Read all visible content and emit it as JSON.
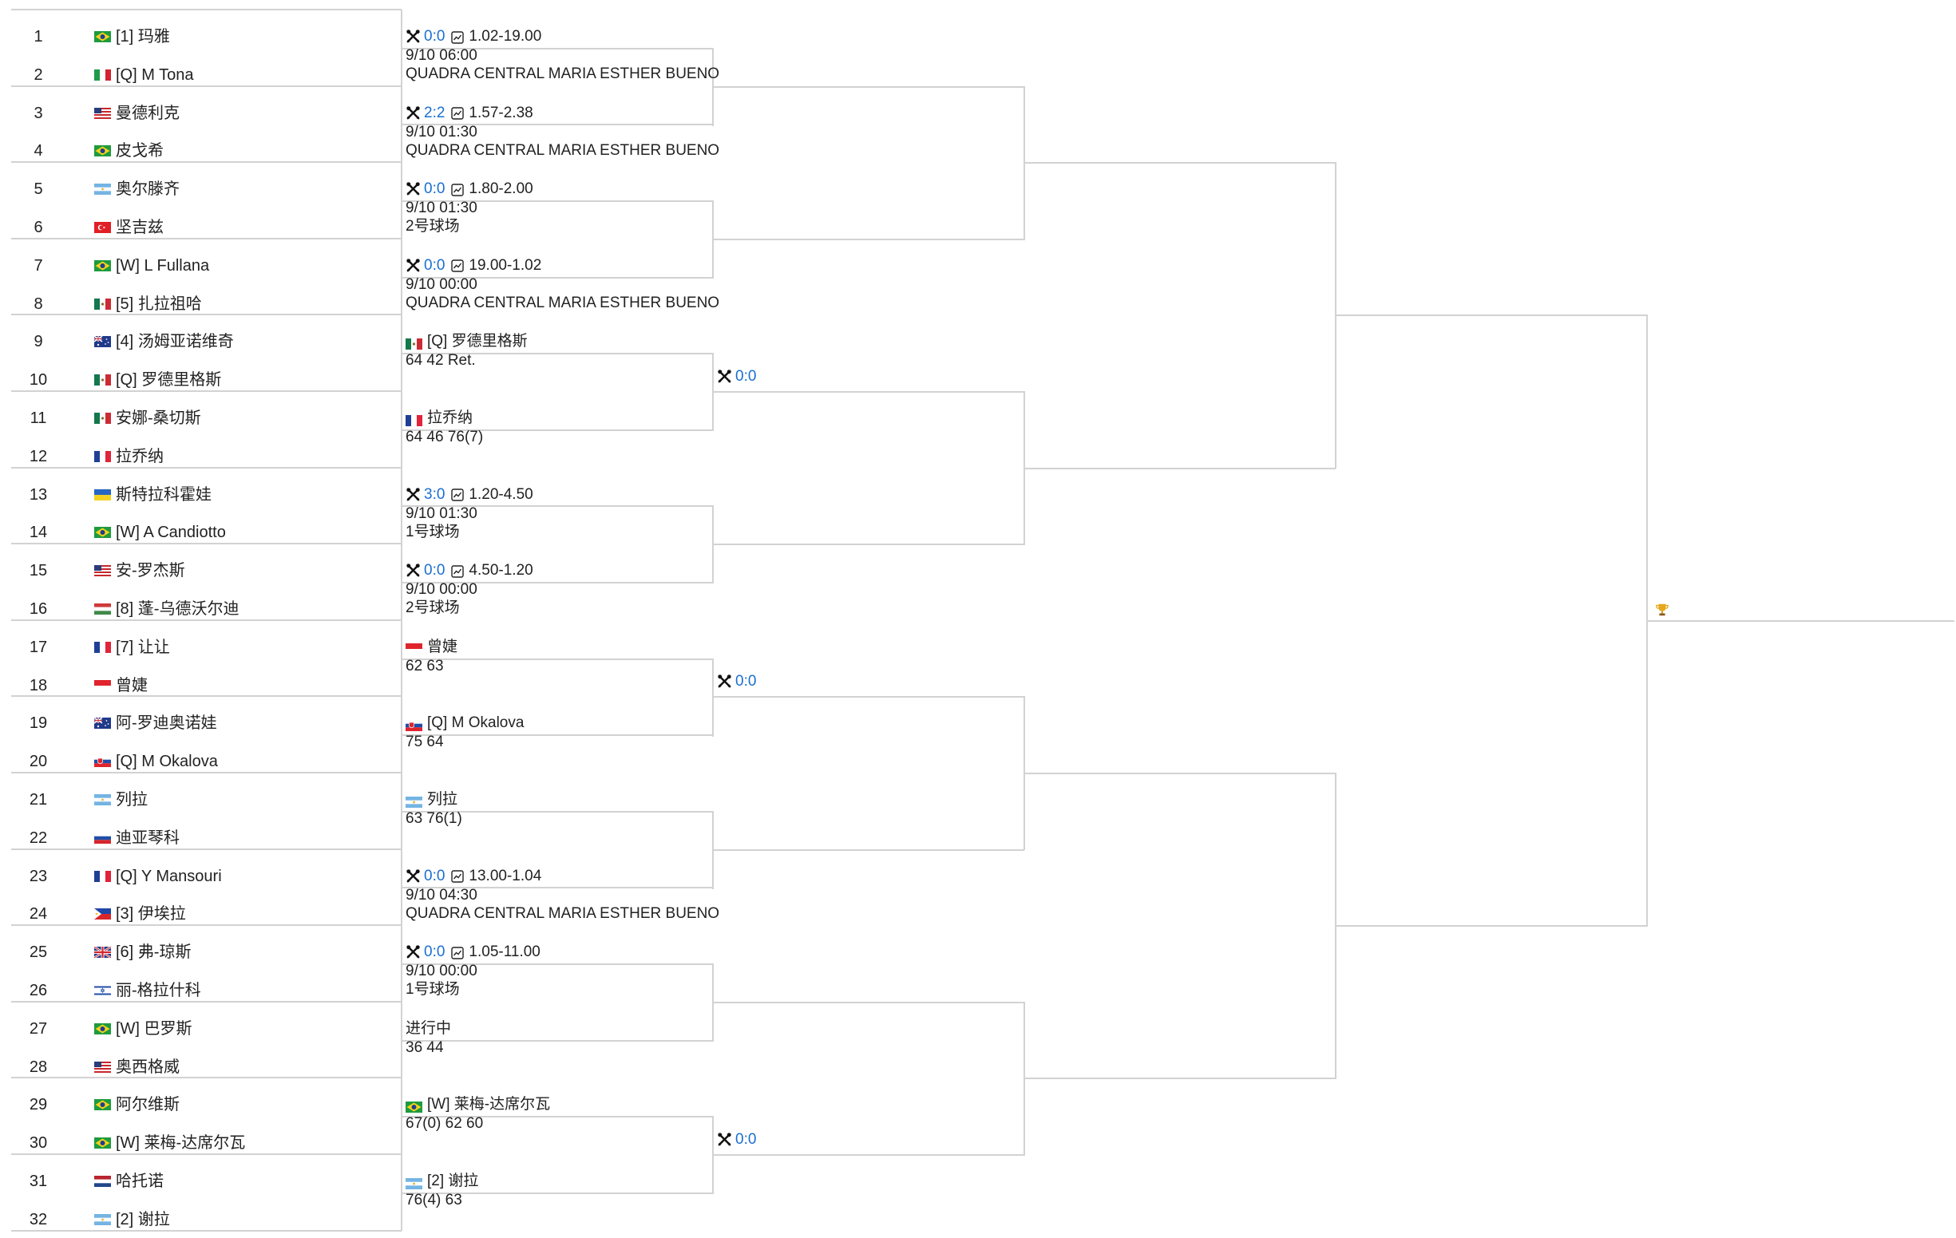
{
  "players": [
    {
      "num": "1",
      "flag": "br",
      "name": "[1] 玛雅"
    },
    {
      "num": "2",
      "flag": "it",
      "name": "[Q] M Tona"
    },
    {
      "num": "3",
      "flag": "us",
      "name": "曼德利克"
    },
    {
      "num": "4",
      "flag": "br",
      "name": "皮戈希"
    },
    {
      "num": "5",
      "flag": "ar",
      "name": "奥尔滕齐"
    },
    {
      "num": "6",
      "flag": "tr",
      "name": "坚吉兹"
    },
    {
      "num": "7",
      "flag": "br",
      "name": "[W] L Fullana"
    },
    {
      "num": "8",
      "flag": "mx",
      "name": "[5] 扎拉祖哈"
    },
    {
      "num": "9",
      "flag": "au",
      "name": "[4] 汤姆亚诺维奇"
    },
    {
      "num": "10",
      "flag": "mx",
      "name": "[Q] 罗德里格斯"
    },
    {
      "num": "11",
      "flag": "mx",
      "name": "安娜-桑切斯"
    },
    {
      "num": "12",
      "flag": "fr",
      "name": "拉乔纳"
    },
    {
      "num": "13",
      "flag": "ua",
      "name": "斯特拉科霍娃"
    },
    {
      "num": "14",
      "flag": "br",
      "name": "[W] A Candiotto"
    },
    {
      "num": "15",
      "flag": "us",
      "name": "安-罗杰斯"
    },
    {
      "num": "16",
      "flag": "hu",
      "name": "[8] 蓬-乌德沃尔迪"
    },
    {
      "num": "17",
      "flag": "fr",
      "name": "[7] 让让"
    },
    {
      "num": "18",
      "flag": "id",
      "name": "曾婕"
    },
    {
      "num": "19",
      "flag": "au",
      "name": "阿-罗迪奥诺娃"
    },
    {
      "num": "20",
      "flag": "sk",
      "name": "[Q] M Okalova"
    },
    {
      "num": "21",
      "flag": "ar",
      "name": "列拉"
    },
    {
      "num": "22",
      "flag": "ru",
      "name": "迪亚琴科"
    },
    {
      "num": "23",
      "flag": "fr",
      "name": "[Q] Y Mansouri"
    },
    {
      "num": "24",
      "flag": "ph",
      "name": "[3] 伊埃拉"
    },
    {
      "num": "25",
      "flag": "gb",
      "name": "[6] 弗-琼斯"
    },
    {
      "num": "26",
      "flag": "il",
      "name": "丽-格拉什科"
    },
    {
      "num": "27",
      "flag": "br",
      "name": "[W] 巴罗斯"
    },
    {
      "num": "28",
      "flag": "us",
      "name": "奥西格威"
    },
    {
      "num": "29",
      "flag": "br",
      "name": "阿尔维斯"
    },
    {
      "num": "30",
      "flag": "br",
      "name": "[W] 莱梅-达席尔瓦"
    },
    {
      "num": "31",
      "flag": "nl",
      "name": "哈托诺"
    },
    {
      "num": "32",
      "flag": "ar",
      "name": "[2] 谢拉"
    }
  ],
  "r1_matches": [
    {
      "type": "pending",
      "h2h": "0:0",
      "odds": "1.02-19.00",
      "time": "9/10 06:00",
      "court": "QUADRA CENTRAL MARIA ESTHER BUENO"
    },
    {
      "type": "pending",
      "h2h": "2:2",
      "odds": "1.57-2.38",
      "time": "9/10 01:30",
      "court": "QUADRA CENTRAL MARIA ESTHER BUENO"
    },
    {
      "type": "pending",
      "h2h": "0:0",
      "odds": "1.80-2.00",
      "time": "9/10 01:30",
      "court": "2号球场"
    },
    {
      "type": "pending",
      "h2h": "0:0",
      "odds": "19.00-1.02",
      "time": "9/10 00:00",
      "court": "QUADRA CENTRAL MARIA ESTHER BUENO"
    },
    {
      "type": "done",
      "flag": "mx",
      "winner": "[Q] 罗德里格斯",
      "score": "64 42 Ret."
    },
    {
      "type": "done",
      "flag": "fr",
      "winner": "拉乔纳",
      "score": "64 46 76(7)"
    },
    {
      "type": "pending",
      "h2h": "3:0",
      "odds": "1.20-4.50",
      "time": "9/10 01:30",
      "court": "1号球场"
    },
    {
      "type": "pending",
      "h2h": "0:0",
      "odds": "4.50-1.20",
      "time": "9/10 00:00",
      "court": "2号球场"
    },
    {
      "type": "done",
      "flag": "id",
      "winner": "曾婕",
      "score": "62 63"
    },
    {
      "type": "done",
      "flag": "sk",
      "winner": "[Q] M Okalova",
      "score": "75 64"
    },
    {
      "type": "done",
      "flag": "ar",
      "winner": "列拉",
      "score": "63 76(1)"
    },
    {
      "type": "pending",
      "h2h": "0:0",
      "odds": "13.00-1.04",
      "time": "9/10 04:30",
      "court": "QUADRA CENTRAL MARIA ESTHER BUENO"
    },
    {
      "type": "pending",
      "h2h": "0:0",
      "odds": "1.05-11.00",
      "time": "9/10 00:00",
      "court": "1号球场"
    },
    {
      "type": "live",
      "status": "进行中",
      "score": "36 44"
    },
    {
      "type": "done",
      "flag": "br",
      "winner": "[W] 莱梅-达席尔瓦",
      "score": "67(0) 62 60"
    },
    {
      "type": "done",
      "flag": "ar",
      "winner": "[2] 谢拉",
      "score": "76(4) 63"
    }
  ],
  "r2_matches": [
    {
      "h2h": "",
      "show": false
    },
    {
      "h2h": "",
      "show": false
    },
    {
      "h2h": "0:0",
      "show": true
    },
    {
      "h2h": "",
      "show": false
    },
    {
      "h2h": "0:0",
      "show": true
    },
    {
      "h2h": "",
      "show": false
    },
    {
      "h2h": "",
      "show": false
    },
    {
      "h2h": "0:0",
      "show": true
    }
  ],
  "icons": {
    "h2h": "crossed-rackets-icon",
    "odds": "chart-icon",
    "champion": "trophy-icon"
  },
  "colors": {
    "line": "#d2d2d2",
    "h2h": "#1a6fd1",
    "text": "#222222"
  }
}
